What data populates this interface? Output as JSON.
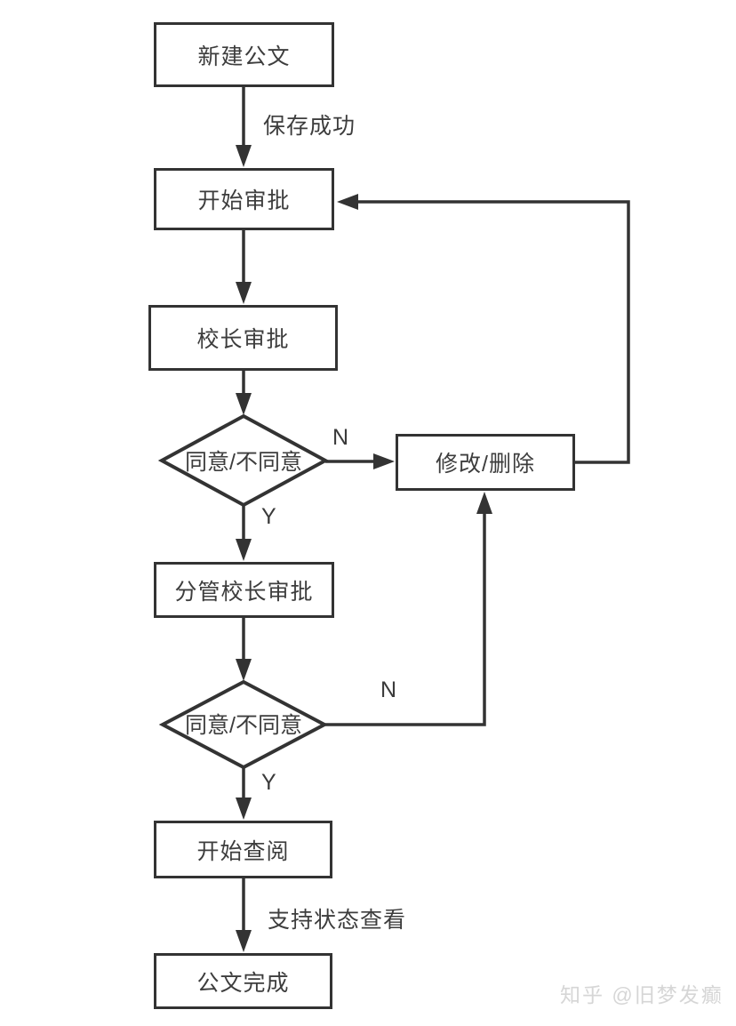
{
  "diagram": {
    "nodes": {
      "new_doc": {
        "label": "新建公文",
        "type": "process"
      },
      "start_approval": {
        "label": "开始审批",
        "type": "process"
      },
      "principal_approval": {
        "label": "校长审批",
        "type": "process"
      },
      "decision1": {
        "label": "同意/不同意",
        "type": "decision"
      },
      "modify_delete": {
        "label": "修改/删除",
        "type": "process"
      },
      "vice_principal_approval": {
        "label": "分管校长审批",
        "type": "process"
      },
      "decision2": {
        "label": "同意/不同意",
        "type": "decision"
      },
      "start_review": {
        "label": "开始查阅",
        "type": "process"
      },
      "doc_complete": {
        "label": "公文完成",
        "type": "process"
      }
    },
    "edges": [
      {
        "from": "new_doc",
        "to": "start_approval",
        "label": "保存成功"
      },
      {
        "from": "start_approval",
        "to": "principal_approval",
        "label": ""
      },
      {
        "from": "principal_approval",
        "to": "decision1",
        "label": ""
      },
      {
        "from": "decision1",
        "to": "modify_delete",
        "label": "N"
      },
      {
        "from": "modify_delete",
        "to": "start_approval",
        "label": ""
      },
      {
        "from": "decision1",
        "to": "vice_principal_approval",
        "label": "Y"
      },
      {
        "from": "vice_principal_approval",
        "to": "decision2",
        "label": ""
      },
      {
        "from": "decision2",
        "to": "modify_delete",
        "label": "N"
      },
      {
        "from": "decision2",
        "to": "start_review",
        "label": "Y"
      },
      {
        "from": "start_review",
        "to": "doc_complete",
        "label": "支持状态查看"
      }
    ],
    "colors": {
      "stroke": "#333333",
      "text": "#3d3d3d",
      "background": "#ffffff",
      "watermark_text": "#d6d6d6"
    }
  },
  "watermark": {
    "text": "知乎 @旧梦发癫"
  }
}
